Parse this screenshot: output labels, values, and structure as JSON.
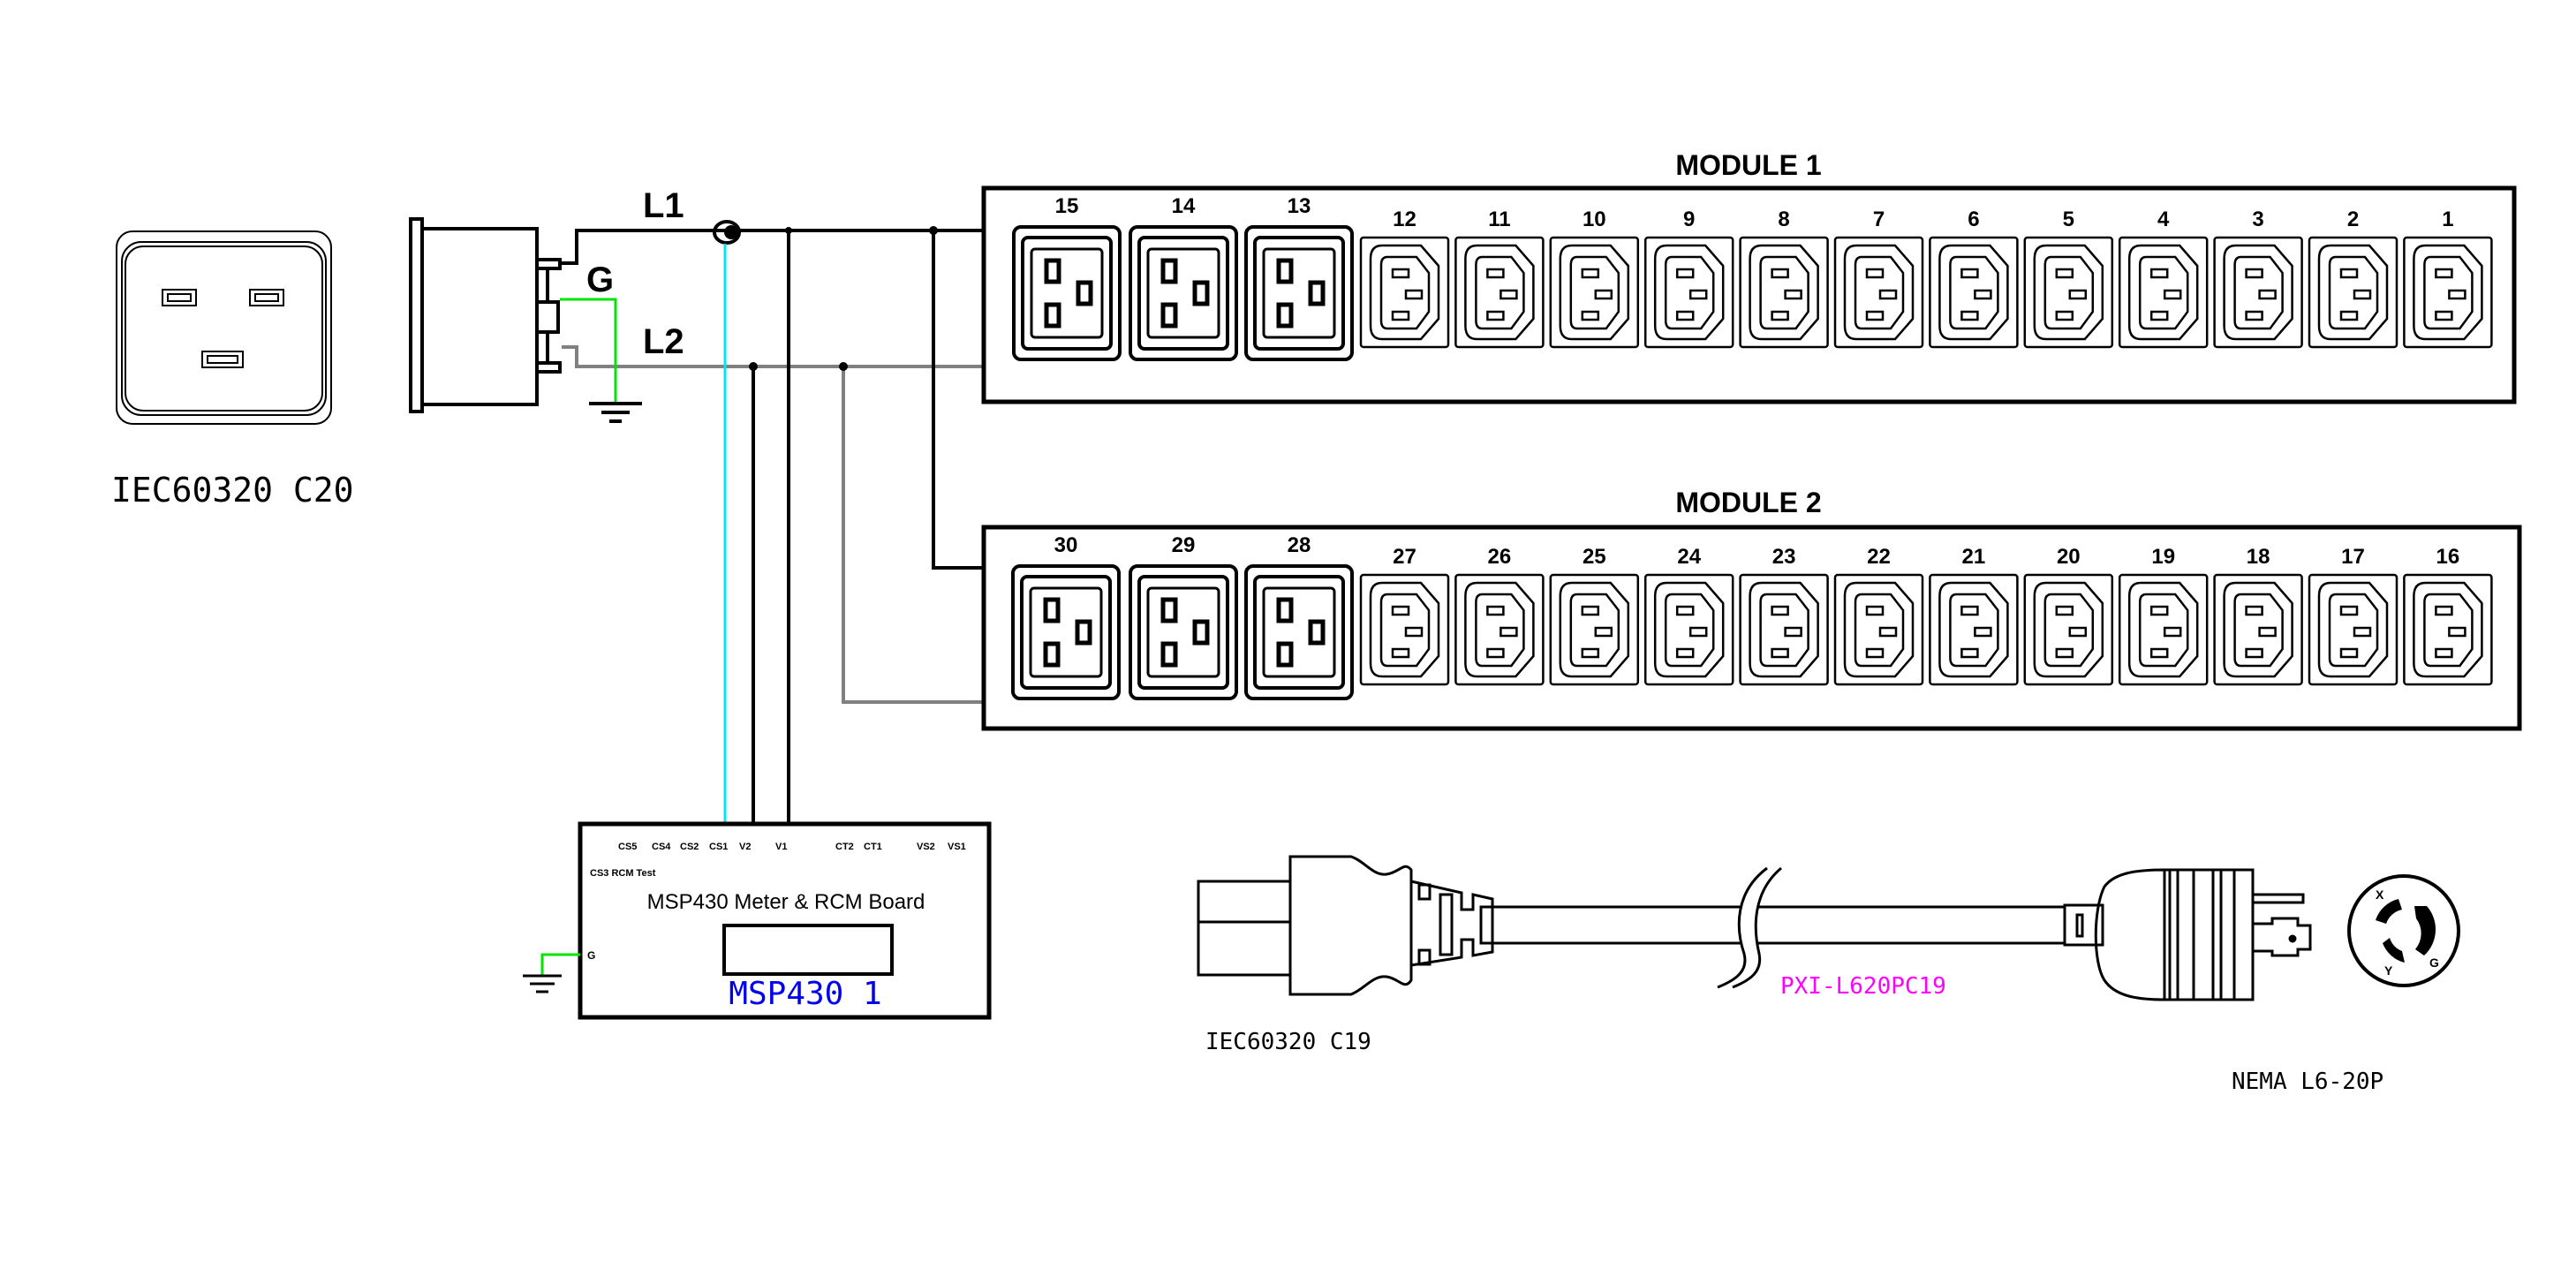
{
  "diagram": {
    "colors": {
      "line": "#000000",
      "neutral_l2": "#808080",
      "ground": "#00e600",
      "ct_sense": "#00e5ee",
      "board_id": "#0000ee",
      "part_number": "#ff00ff"
    },
    "inlet": {
      "socket_label": "IEC60320 C20",
      "l1_label": "L1",
      "l2_label": "L2",
      "ground_label": "G"
    },
    "modules": [
      {
        "title": "MODULE 1",
        "outlets": [
          {
            "number": "15",
            "type": "C19"
          },
          {
            "number": "14",
            "type": "C19"
          },
          {
            "number": "13",
            "type": "C19"
          },
          {
            "number": "12",
            "type": "C13"
          },
          {
            "number": "11",
            "type": "C13"
          },
          {
            "number": "10",
            "type": "C13"
          },
          {
            "number": "9",
            "type": "C13"
          },
          {
            "number": "8",
            "type": "C13"
          },
          {
            "number": "7",
            "type": "C13"
          },
          {
            "number": "6",
            "type": "C13"
          },
          {
            "number": "5",
            "type": "C13"
          },
          {
            "number": "4",
            "type": "C13"
          },
          {
            "number": "3",
            "type": "C13"
          },
          {
            "number": "2",
            "type": "C13"
          },
          {
            "number": "1",
            "type": "C13"
          }
        ]
      },
      {
        "title": "MODULE 2",
        "outlets": [
          {
            "number": "30",
            "type": "C19"
          },
          {
            "number": "29",
            "type": "C19"
          },
          {
            "number": "28",
            "type": "C19"
          },
          {
            "number": "27",
            "type": "C13"
          },
          {
            "number": "26",
            "type": "C13"
          },
          {
            "number": "25",
            "type": "C13"
          },
          {
            "number": "24",
            "type": "C13"
          },
          {
            "number": "23",
            "type": "C13"
          },
          {
            "number": "22",
            "type": "C13"
          },
          {
            "number": "21",
            "type": "C13"
          },
          {
            "number": "20",
            "type": "C13"
          },
          {
            "number": "19",
            "type": "C13"
          },
          {
            "number": "18",
            "type": "C13"
          },
          {
            "number": "17",
            "type": "C13"
          },
          {
            "number": "16",
            "type": "C13"
          }
        ]
      }
    ],
    "meter_board": {
      "title": "MSP430 Meter & RCM Board",
      "id_label": "MSP430 1",
      "pins_top": [
        "CS5",
        "CS4",
        "CS2",
        "CS1",
        "V2",
        "V1",
        "CT2",
        "CT1",
        "VS2",
        "VS1"
      ],
      "pin_rcm": "CS3 RCM Test",
      "pin_ground": "G"
    },
    "cord": {
      "plug_a_label": "IEC60320 C19",
      "part_number": "PXI-L620PC19",
      "plug_b_label": "NEMA L6-20P",
      "face_pins": {
        "x": "X",
        "y": "Y",
        "g": "G"
      }
    }
  }
}
